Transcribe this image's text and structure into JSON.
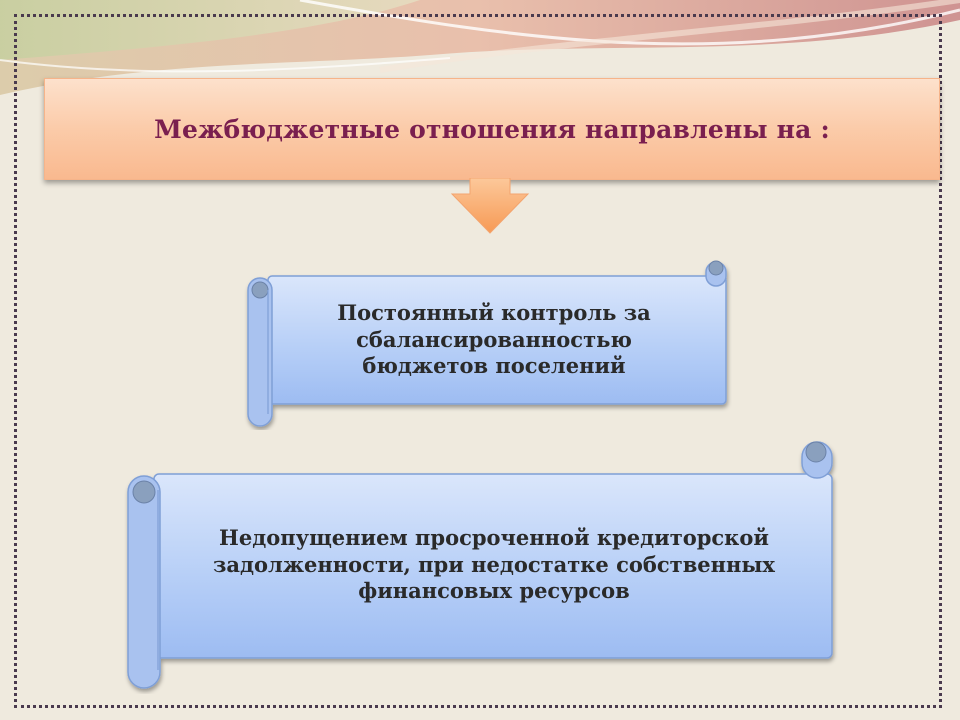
{
  "slide": {
    "title": "Межбюджетные отношения направлены на :",
    "items": [
      {
        "line1": "Постоянный контроль за",
        "line2": "сбалансированностью",
        "line3": "бюджетов поселений"
      },
      {
        "line1": "Недопущением просроченной кредиторской",
        "line2": "задолженности, при недостатке собственных",
        "line3": "финансовых ресурсов"
      }
    ]
  },
  "colors": {
    "title_text": "#7a1f4f",
    "title_fill": "#fbcba9",
    "arrow_fill": "#f9a866",
    "scroll_fill": "#b7cff7",
    "frame": "#4a3a4e"
  }
}
